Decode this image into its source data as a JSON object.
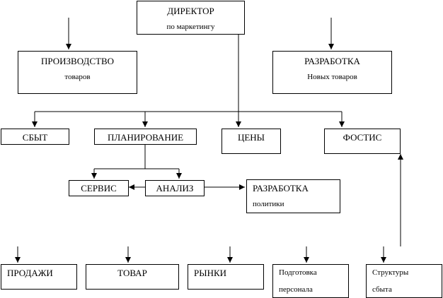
{
  "nodes": {
    "director": {
      "line1": "ДИРЕКТОР",
      "line2": "по маркетингу"
    },
    "production": {
      "line1": "ПРОИЗВОДСТВО",
      "line2": "товаров"
    },
    "development_new": {
      "line1": "РАЗРАБОТКА",
      "line2": "Новых товаров"
    },
    "sales": {
      "line1": "СБЫТ"
    },
    "planning": {
      "line1": "ПЛАНИРОВАНИЕ"
    },
    "prices": {
      "line1": "ЦЕНЫ"
    },
    "fostis": {
      "line1": "ФОСТИС"
    },
    "service": {
      "line1": "СЕРВИС"
    },
    "analysis": {
      "line1": "АНАЛИЗ"
    },
    "policy_development": {
      "line1": "РАЗРАБОТКА",
      "line2": "политики"
    },
    "selling": {
      "line1": "ПРОДАЖИ"
    },
    "goods": {
      "line1": "ТОВАР"
    },
    "markets": {
      "line1": "РЫНКИ"
    },
    "staff_training": {
      "line1": "Подготовка",
      "line2": "персонала"
    },
    "sales_structures": {
      "line1": "Структуры",
      "line2": "сбыта"
    }
  }
}
